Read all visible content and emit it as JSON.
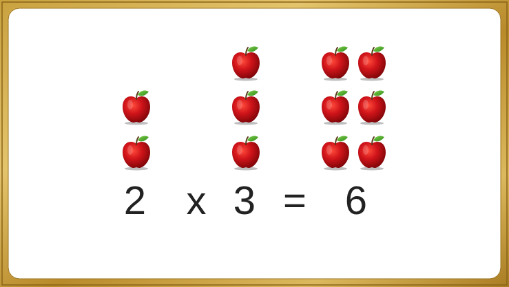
{
  "diagram": {
    "labels": [
      "2",
      "x",
      "3",
      "=",
      "6"
    ]
  }
}
